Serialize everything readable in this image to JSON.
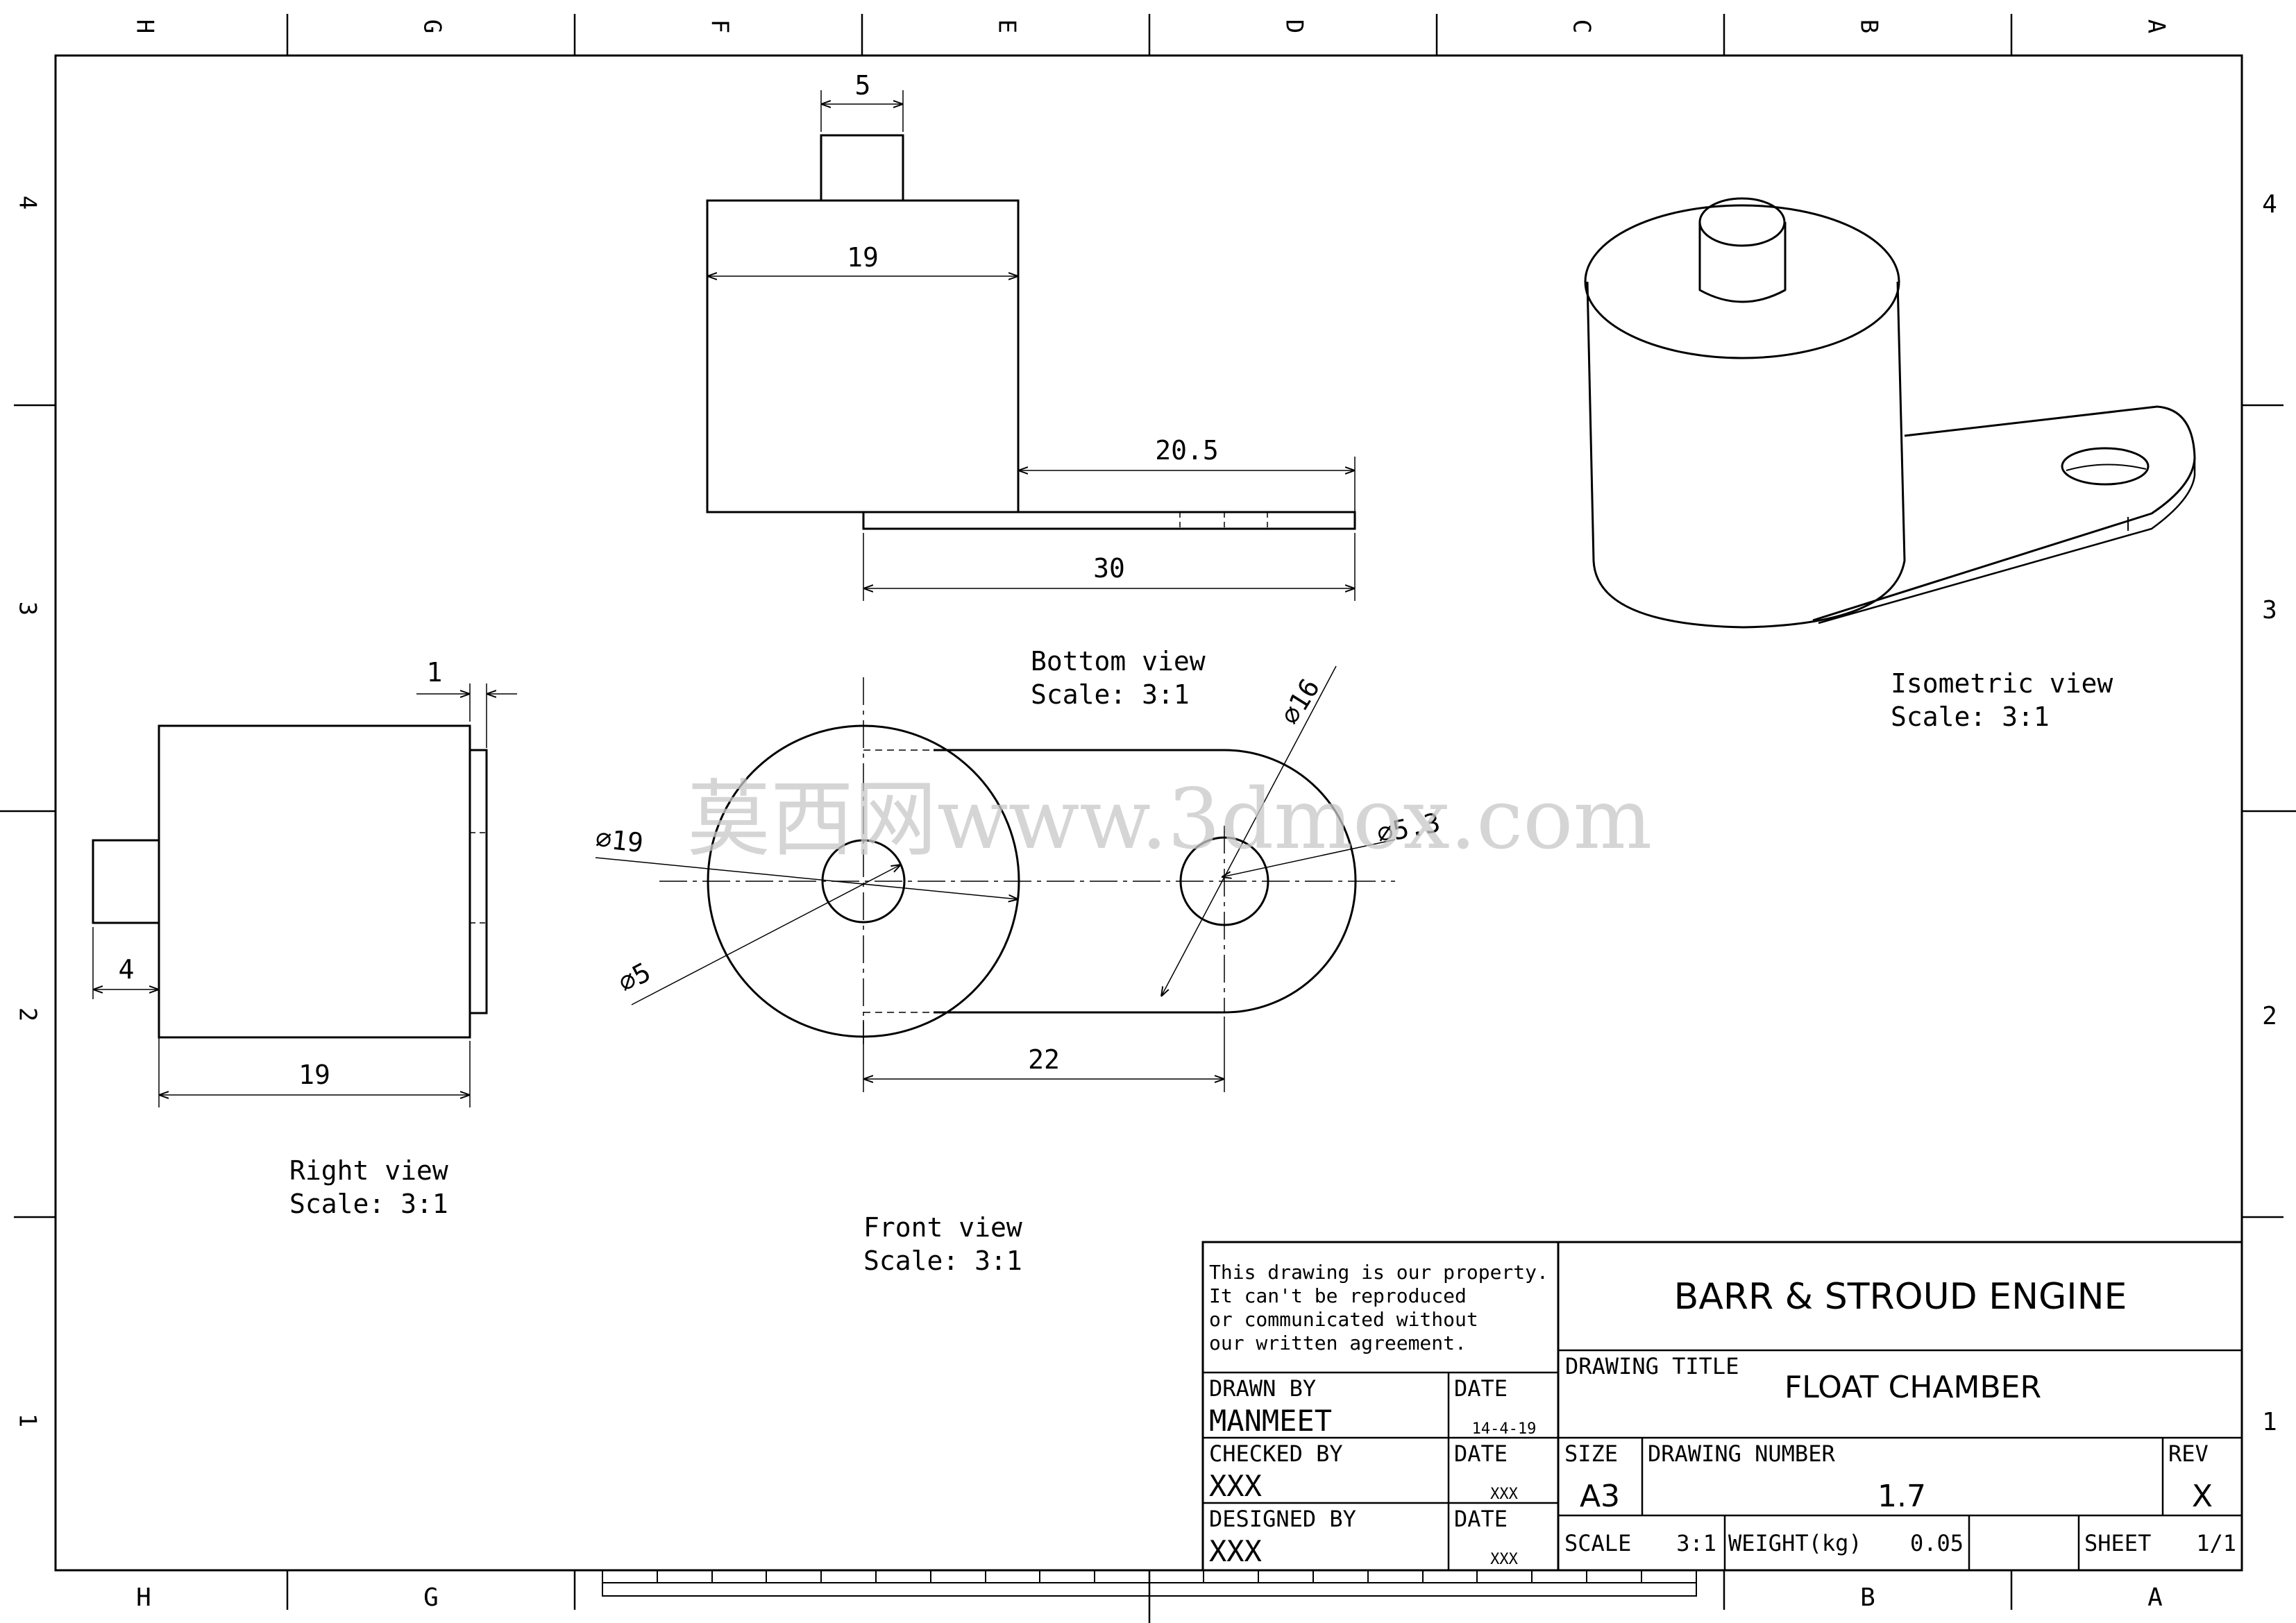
{
  "border": {
    "top_letters": [
      "H",
      "G",
      "F",
      "E",
      "D",
      "C",
      "B",
      "A"
    ],
    "bottom_letters": [
      "H",
      "G",
      "B",
      "A"
    ],
    "left_numbers": [
      "4",
      "3",
      "2",
      "1"
    ],
    "right_numbers": [
      "4",
      "3",
      "2",
      "1"
    ]
  },
  "views": {
    "bottom": {
      "name": "Bottom view",
      "scale": "Scale:  3:1"
    },
    "front": {
      "name": "Front view",
      "scale": "Scale:  3:1"
    },
    "right": {
      "name": "Right view",
      "scale": "Scale:  3:1"
    },
    "isometric": {
      "name": "Isometric view",
      "scale": "Scale:  3:1"
    }
  },
  "dimensions": {
    "bottom_pin_width": "5",
    "bottom_body_width": "19",
    "bottom_tab_length": "20.5",
    "bottom_total_length": "30",
    "front_dia_body": "⌀19",
    "front_dia_pin": "⌀5",
    "front_dia_tab": "⌀16",
    "front_dia_hole": "⌀5.3",
    "front_centers": "22",
    "right_flange": "1",
    "right_pin": "4",
    "right_body": "19"
  },
  "watermark": "莫西网www.3dmox.com",
  "title_block": {
    "notice": [
      "This drawing is our property.",
      "It can't be reproduced",
      "or communicated without",
      "our written agreement."
    ],
    "company": "BARR & STROUD ENGINE",
    "drawing_title_label": "DRAWING TITLE",
    "drawing_title": "FLOAT CHAMBER",
    "drawn_by_label": "DRAWN BY",
    "drawn_by": "MANMEET",
    "drawn_date_label": "DATE",
    "drawn_date": "14-4-19",
    "checked_by_label": "CHECKED BY",
    "checked_by": "XXX",
    "checked_date_label": "DATE",
    "checked_date": "XXX",
    "designed_by_label": "DESIGNED BY",
    "designed_by": "XXX",
    "designed_date_label": "DATE",
    "designed_date": "XXX",
    "size_label": "SIZE",
    "size": "A3",
    "drawing_number_label": "DRAWING NUMBER",
    "drawing_number": "1.7",
    "rev_label": "REV",
    "rev": "X",
    "scale_label": "SCALE",
    "scale": "3:1",
    "weight_label": "WEIGHT(kg)",
    "weight": "0.05",
    "sheet_label": "SHEET",
    "sheet": "1/1"
  }
}
